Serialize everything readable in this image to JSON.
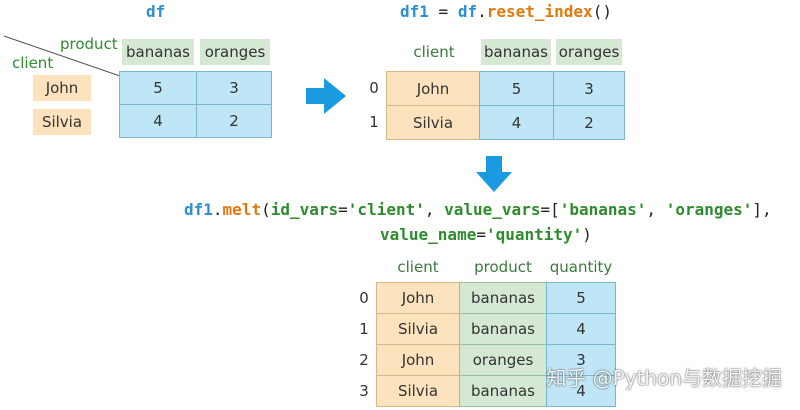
{
  "titles": {
    "df": "df",
    "df1_var": "df1",
    "df1_eq": " = ",
    "df1_obj": "df",
    "df1_dot": ".",
    "df1_fn": "reset_index",
    "df1_parens": "()"
  },
  "melt_code": {
    "line1": [
      {
        "t": "df1",
        "c": "c-var"
      },
      {
        "t": ".",
        "c": "c-plain"
      },
      {
        "t": "melt",
        "c": "c-fn"
      },
      {
        "t": "(",
        "c": "c-plain"
      },
      {
        "t": "id_vars",
        "c": "c-key"
      },
      {
        "t": "=",
        "c": "c-plain"
      },
      {
        "t": "'client'",
        "c": "c-str"
      },
      {
        "t": ", ",
        "c": "c-plain"
      },
      {
        "t": "value_vars",
        "c": "c-key"
      },
      {
        "t": "=[",
        "c": "c-plain"
      },
      {
        "t": "'bananas'",
        "c": "c-str"
      },
      {
        "t": ", ",
        "c": "c-plain"
      },
      {
        "t": "'oranges'",
        "c": "c-str"
      },
      {
        "t": "],",
        "c": "c-plain"
      }
    ],
    "line2": [
      {
        "t": "value_name",
        "c": "c-key"
      },
      {
        "t": "=",
        "c": "c-plain"
      },
      {
        "t": "'quantity'",
        "c": "c-str"
      },
      {
        "t": ")",
        "c": "c-plain"
      }
    ]
  },
  "df": {
    "columns_label": "product",
    "index_label": "client",
    "columns": [
      "bananas",
      "oranges"
    ],
    "index": [
      "John",
      "Silvia"
    ],
    "values": [
      [
        "5",
        "3"
      ],
      [
        "4",
        "2"
      ]
    ]
  },
  "df1": {
    "columns": [
      "client",
      "bananas",
      "oranges"
    ],
    "index": [
      "0",
      "1"
    ],
    "rows": [
      [
        "John",
        "5",
        "3"
      ],
      [
        "Silvia",
        "4",
        "2"
      ]
    ]
  },
  "melted": {
    "columns": [
      "client",
      "product",
      "quantity"
    ],
    "index": [
      "0",
      "1",
      "2",
      "3"
    ],
    "rows": [
      [
        "John",
        "bananas",
        "5"
      ],
      [
        "Silvia",
        "bananas",
        "4"
      ],
      [
        "John",
        "oranges",
        "3"
      ],
      [
        "Silvia",
        "bananas",
        "4"
      ]
    ]
  },
  "watermark": "知乎 @Python与数据挖掘",
  "colors": {
    "arrow": "#1a9ae0",
    "blue_cell": "#bfe6f7",
    "orange_cell": "#fde3bd",
    "green_cell": "#d5e8d4"
  }
}
